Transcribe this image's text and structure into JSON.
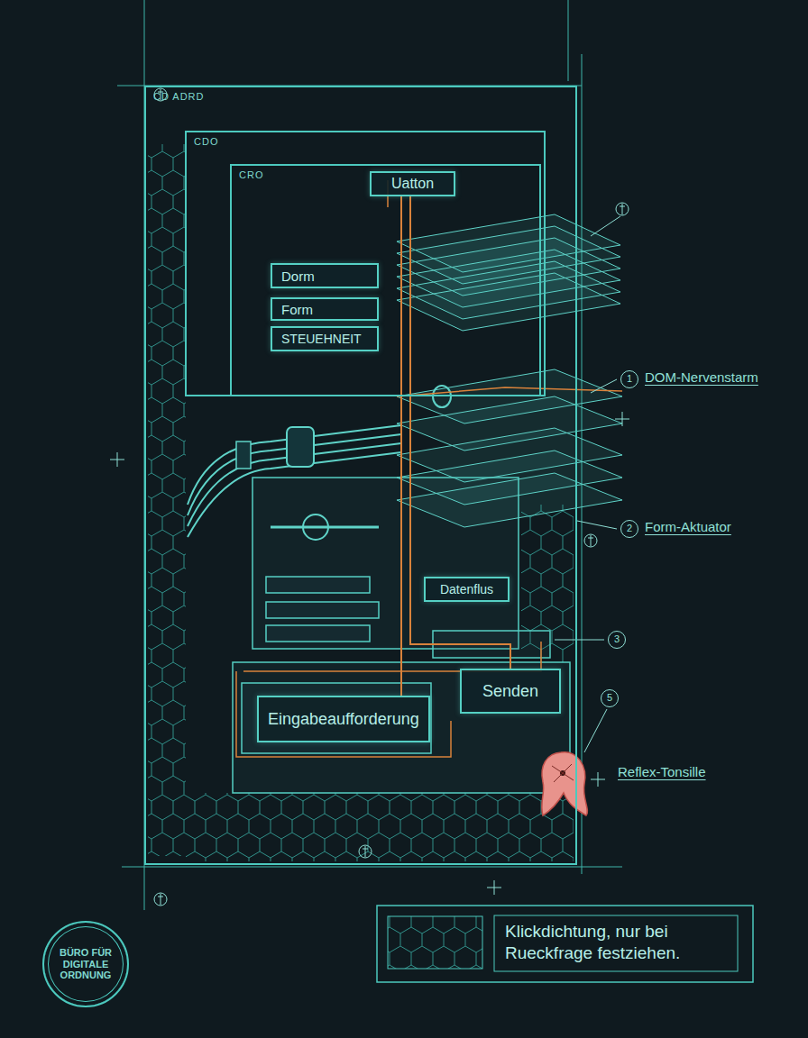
{
  "diagram": {
    "nodes": [
      {
        "text": [
          "CD ADRD"
        ]
      },
      {
        "text": [
          "CDO"
        ],
        "in": 0
      },
      {
        "text": [
          "CRO"
        ],
        "in": 1
      },
      {
        "text": [
          "Uatton"
        ],
        "in": 2
      },
      {
        "text": [
          "Dorm"
        ],
        "in": 2
      },
      {
        "text": [
          "Form"
        ],
        "in": 2
      },
      {
        "text": [
          "STEUEHNEIT"
        ],
        "in": 2
      },
      {
        "text": [
          "Datenflus"
        ],
        "in": 0
      },
      {
        "text": [
          "Eingabeaufforderung"
        ],
        "in": 0
      },
      {
        "text": [
          "Senden"
        ],
        "in": 0
      },
      {
        "text": [
          "BÜRO FÜR DIGITALE ORDNUNG"
        ]
      }
    ],
    "edges": [
      {
        "from": 3,
        "to": 8,
        "arrow": "none"
      },
      {
        "from": 3,
        "to": 9,
        "arrow": "none"
      }
    ],
    "labels": [
      "1",
      "DOM-Nervenstarm",
      "2",
      "Form-Aktuator",
      "3",
      "5",
      "Reflex-Tonsille"
    ],
    "legend": [
      {
        "text": "Klickdichtung, nur bei Rueckfrage festziehen."
      }
    ]
  }
}
